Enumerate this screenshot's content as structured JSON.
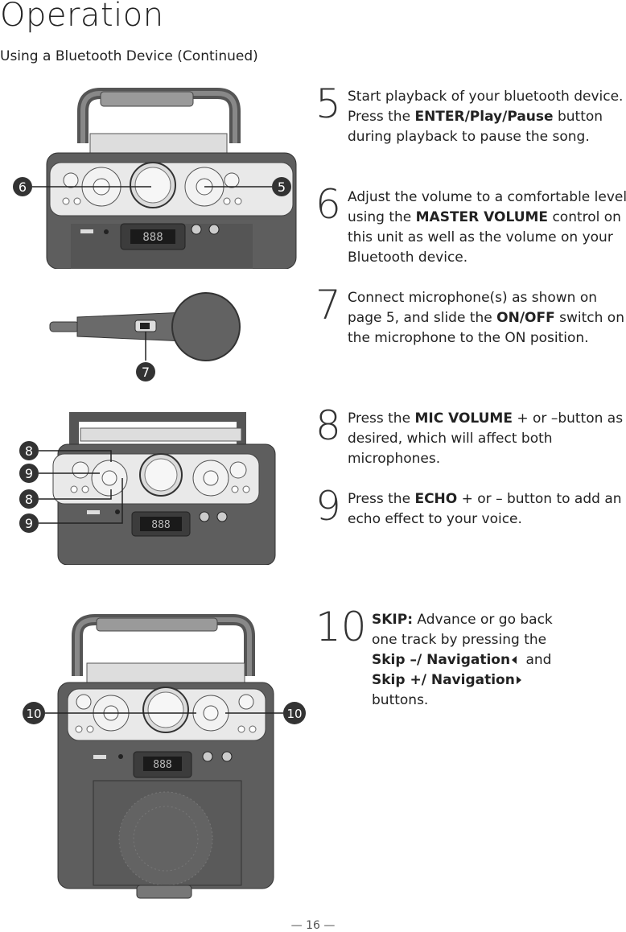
{
  "page": {
    "title": "Operation",
    "subtitle": "Using a Bluetooth Device (Continued)",
    "footer": "— 16 —"
  },
  "steps": [
    {
      "num": "5",
      "parts": [
        {
          "text": "Start playback of your bluetooth device. Press the "
        },
        {
          "text": "ENTER/Play/Pause",
          "bold": true
        },
        {
          "text": " button during playback to pause the song."
        }
      ]
    },
    {
      "num": "6",
      "parts": [
        {
          "text": "Adjust the volume to a comfortable level using the "
        },
        {
          "text": "MASTER VOLUME",
          "bold": true
        },
        {
          "text": " control on this unit as well as the volume on your Bluetooth device."
        }
      ]
    },
    {
      "num": "7",
      "parts": [
        {
          "text": "Connect microphone(s) as shown on page 5, and slide the "
        },
        {
          "text": "ON/OFF",
          "bold": true
        },
        {
          "text": " switch on the microphone to the ON position."
        }
      ]
    },
    {
      "num": "8",
      "parts": [
        {
          "text": "Press the "
        },
        {
          "text": "MIC VOLUME",
          "bold": true
        },
        {
          "text": " + or –button as desired, which will affect both microphones."
        }
      ]
    },
    {
      "num": "9",
      "parts": [
        {
          "text": "Press the "
        },
        {
          "text": "ECHO",
          "bold": true
        },
        {
          "text": " + or – button to add an echo effect to your voice."
        }
      ]
    },
    {
      "num": "10",
      "parts": [
        {
          "text": "SKIP:",
          "bold": true
        },
        {
          "text": " Advance or go back one track by pressing the "
        },
        {
          "text": "Skip –/ Navigation",
          "bold": true
        },
        {
          "icon": "left"
        },
        {
          "text": " and "
        },
        {
          "text": "Skip +/ Navigation",
          "bold": true
        },
        {
          "icon": "right"
        },
        {
          "text": " buttons."
        }
      ]
    }
  ],
  "callouts": {
    "fig1_left": "6",
    "fig1_right": "5",
    "fig2": "7",
    "fig3_a": "8",
    "fig3_b": "9",
    "fig3_c": "8",
    "fig3_d": "9",
    "fig4_left": "10",
    "fig4_right": "10"
  },
  "display": {
    "segments": "888"
  }
}
